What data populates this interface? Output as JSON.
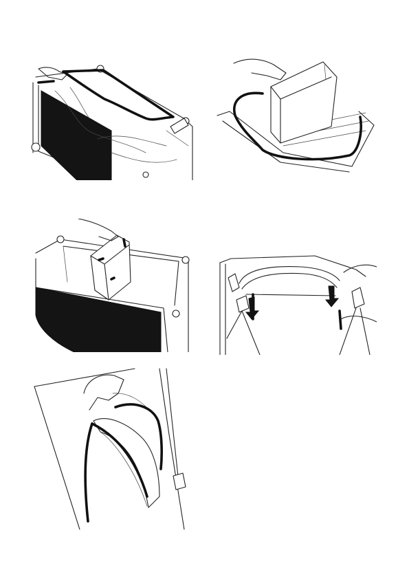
{
  "page": {
    "figures": [
      {
        "id": "step-remove-mattress-edge"
      },
      {
        "id": "step-lift-bassinet-insert"
      },
      {
        "id": "step-fold-insert"
      },
      {
        "id": "step-push-rails-down"
      },
      {
        "id": "step-unzip-side-panel"
      }
    ]
  },
  "colors": {
    "line": "#222222",
    "fill_dark": "#141414",
    "background": "#ffffff"
  }
}
